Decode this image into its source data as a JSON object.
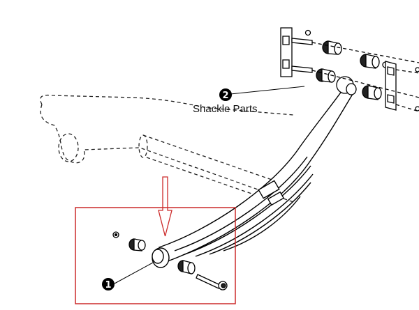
{
  "callouts": {
    "one": {
      "number": "1"
    },
    "two": {
      "number": "2",
      "label": "Shackle Parts"
    }
  },
  "colors": {
    "highlight_box": "#cc2a2a",
    "arrow": "#cc2a2a",
    "line_art": "#000000",
    "phantom": "#222222",
    "badge": "#000000"
  },
  "icons": [
    "callout-badge",
    "down-arrow-icon",
    "bolt-icon",
    "bushing-icon",
    "nut-icon",
    "shackle-plate-icon"
  ]
}
